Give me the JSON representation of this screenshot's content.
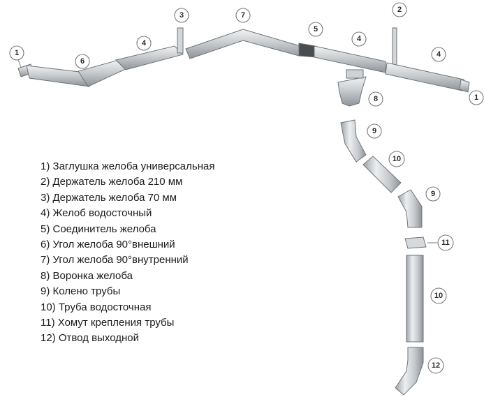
{
  "legend": [
    "1) Заглушка желоба универсальная",
    "2) Держатель желоба 210 мм",
    "3) Держатель желоба 70 мм",
    "4) Желоб водосточный",
    "5) Соединитель желоба",
    "6) Угол желоба 90°внешний",
    "7) Угол желоба 90°внутренний",
    "8) Воронка желоба",
    "9) Колено трубы",
    "10) Труба водосточная",
    "11) Хомут крепления трубы",
    "12) Отвод выходной"
  ],
  "callouts": {
    "c1a": "1",
    "c6": "6",
    "c4a": "4",
    "c3": "3",
    "c7": "7",
    "c5": "5",
    "c4b": "4",
    "c2": "2",
    "c4c": "4",
    "c1b": "1",
    "c8": "8",
    "c9a": "9",
    "c10a": "10",
    "c9b": "9",
    "c11": "11",
    "c10b": "10",
    "c12": "12"
  },
  "colors": {
    "metal_light": "#e4e6e8",
    "metal_mid": "#b9bdc1",
    "metal_dark": "#8d9297",
    "outline": "#6e7377"
  }
}
